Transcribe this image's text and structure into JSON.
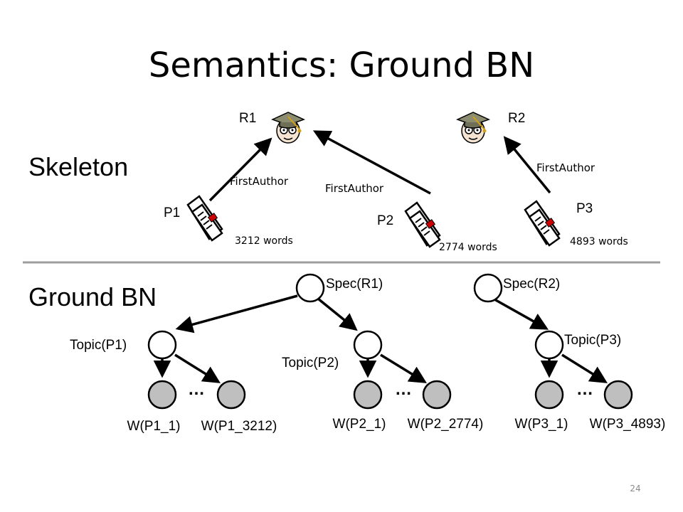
{
  "title": "Semantics: Ground BN",
  "skeleton": {
    "heading": "Skeleton",
    "researchers": [
      {
        "label": "R1",
        "icon": "researcher-graduate-icon"
      },
      {
        "label": "R2",
        "icon": "researcher-graduate-icon"
      }
    ],
    "papers": [
      {
        "label": "P1",
        "words": "3212 words",
        "icon": "document-icon"
      },
      {
        "label": "P2",
        "words": "2774 words",
        "icon": "document-icon"
      },
      {
        "label": "P3",
        "words": "4893 words",
        "icon": "document-icon"
      }
    ],
    "relations": [
      {
        "label": "FirstAuthor",
        "from": "P1",
        "to": "R1"
      },
      {
        "label": "FirstAuthor",
        "from": "P2",
        "to": "R1"
      },
      {
        "label": "FirstAuthor",
        "from": "P3",
        "to": "R2"
      }
    ]
  },
  "ground_bn": {
    "heading": "Ground BN",
    "spec_nodes": [
      "Spec(R1)",
      "Spec(R2)"
    ],
    "topic_nodes": [
      "Topic(P1)",
      "Topic(P2)",
      "Topic(P3)"
    ],
    "word_nodes": [
      {
        "first": "W(P1_1)",
        "last": "W(P1_3212)"
      },
      {
        "first": "W(P2_1)",
        "last": "W(P2_2774)"
      },
      {
        "first": "W(P3_1)",
        "last": "W(P3_4893)"
      }
    ],
    "ellipsis": "…"
  },
  "colors": {
    "divider": "#9e9e9e",
    "observed_node": "#bfbfbf",
    "doc_mark": "#cc0000"
  },
  "page_number": "24"
}
